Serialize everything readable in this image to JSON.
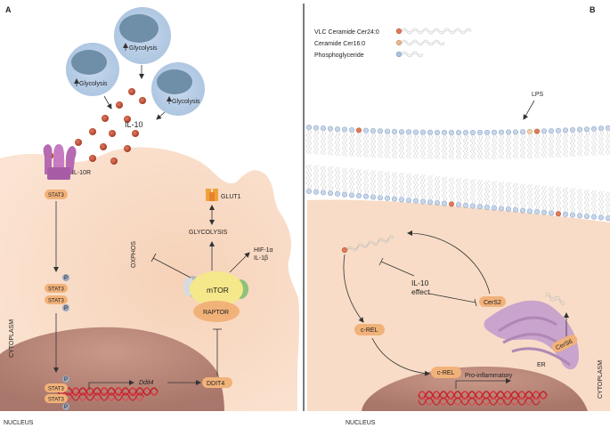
{
  "panel_a": {
    "letter": "A",
    "glycolysis_cells": [
      "Glycolysis",
      "Glycolysis",
      "Glycolysis"
    ],
    "il10": "IL-10",
    "il10r": "IL-10R",
    "stat3": "STAT3",
    "phospho": "P",
    "glut1": "GLUT1",
    "glycolysis_main": "GLYCOLYSIS",
    "oxphos": "OXPHOS",
    "hif": "HIF-1α",
    "il1b": "IL-1β",
    "mtor": "mTOR",
    "raptor": "RAPTOR",
    "ddit4": "DDIT4",
    "ddit4_gene": "Ddit4",
    "cytoplasm": "CYTOPLASM",
    "nucleus": "NUCLEUS"
  },
  "panel_b": {
    "letter": "B",
    "legend": [
      {
        "label": "VLC Ceramide Cer24:0",
        "color": "#e07a55"
      },
      {
        "label": "Ceramide Cer16:0",
        "color": "#e8b98e"
      },
      {
        "label": "Phosphoglyceride",
        "color": "#a9c1dd"
      }
    ],
    "lps": "LPS",
    "il10_effect_1": "IL-10",
    "il10_effect_2": "effect",
    "cers2": "CerS2",
    "cers6": "CerS6",
    "er": "ER",
    "crel": "c-REL",
    "crel_nucleus": "c-REL",
    "pro_inflammatory": "Pro-inflammatory",
    "nucleus": "NUCLEUS",
    "cytoplasm": "CYTOPLASM"
  },
  "colors": {
    "cell": "#f8dcc7",
    "cell_inner": "#f3c9ad",
    "nucleus": "#b9877a",
    "pill": "#f1b27a",
    "blue_cell": "#b7cde6",
    "blue_nucleus": "#6f8ea8",
    "il10_dot": "#b5492d",
    "dna_red": "#d8323a",
    "er": "#c9a4cc",
    "mtor": "#f5e88a"
  }
}
